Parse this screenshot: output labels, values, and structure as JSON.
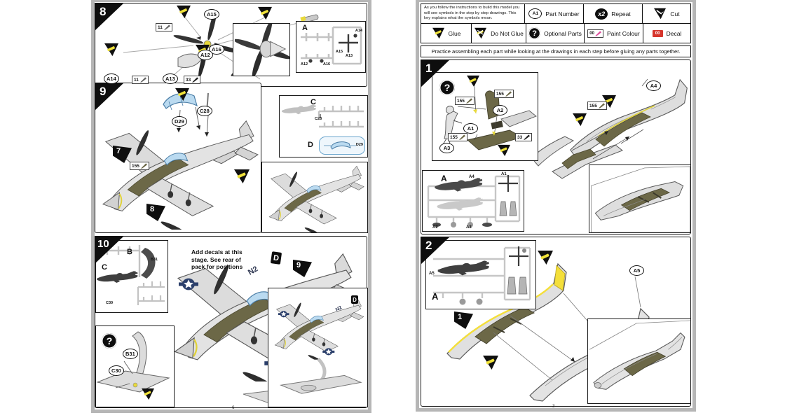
{
  "colors": {
    "glue_stripe": "#f0e23a",
    "decal_red": "#d6352c",
    "paint_brush_pink": "#de4a9b",
    "canopy_blue": "#badaf0",
    "interior_olive": "#6c6847",
    "metal_gray": "#dedede",
    "page_border": "#b6b6b6",
    "insignia_blue": "#2b3f6b"
  },
  "icons": {
    "question_mark": "?"
  },
  "key": {
    "intro": "As you follow the instructions to build this model you will see symbols in the step by step drawings. This key explains what the symbols mean.",
    "part_number_symbol": "A1",
    "part_number_label": "Part Number",
    "repeat_symbol": "x2",
    "repeat_label": "Repeat",
    "cut_label": "Cut",
    "glue_label": "Glue",
    "do_not_glue_label": "Do Not Glue",
    "optional_label": "Optional Parts",
    "paint_symbol": "00",
    "paint_label": "Paint Colour",
    "decal_symbol": "00",
    "decal_label": "Decal",
    "practice": "Practice assembling each part while looking at the drawings in each step before gluing any parts together."
  },
  "left": {
    "page_number": "6",
    "step8": {
      "number": "8",
      "a15": "A15",
      "a16": "A16",
      "a12": "A12",
      "a14": "A14",
      "a13": "A13",
      "paint_top": "11",
      "paint_left": "11",
      "paint_right": "33",
      "sprue": {
        "label": "A",
        "a14": "A14",
        "a15": "A15",
        "a13": "A13",
        "a12": "A12",
        "a16": "A16"
      }
    },
    "step9": {
      "number": "9",
      "c28": "C28",
      "d29": "D29",
      "ref7": "7",
      "ref8": "8",
      "paint": "155",
      "sprue_c": {
        "label": "C",
        "c28": "C28"
      },
      "sprue_d": {
        "label": "D",
        "d29": "D29"
      }
    },
    "step10": {
      "number": "10",
      "note_l1": "Add decals at this",
      "note_l2": "stage. See rear of",
      "note_l3": "pack for positions",
      "sprue_b": {
        "label": "B",
        "b31": "B31"
      },
      "sprue_c": {
        "label": "C",
        "c30": "C30"
      },
      "ref9": "9",
      "tail_letter": "D",
      "code": "N2",
      "opt_b31": "B31",
      "opt_c30": "C30"
    }
  },
  "right": {
    "page_number": "3",
    "step1": {
      "number": "1",
      "a1": "A1",
      "a2": "A2",
      "a3": "A3",
      "a4": "A4",
      "paint_155": "155",
      "paint_33": "33",
      "sprue": {
        "label": "A",
        "a4": "A4",
        "a1": "A1",
        "a2": "A2",
        "a3": "A3"
      }
    },
    "step2": {
      "number": "2",
      "a5": "A5",
      "ref1": "1",
      "sprue": {
        "label": "A",
        "a5": "A5"
      }
    }
  }
}
